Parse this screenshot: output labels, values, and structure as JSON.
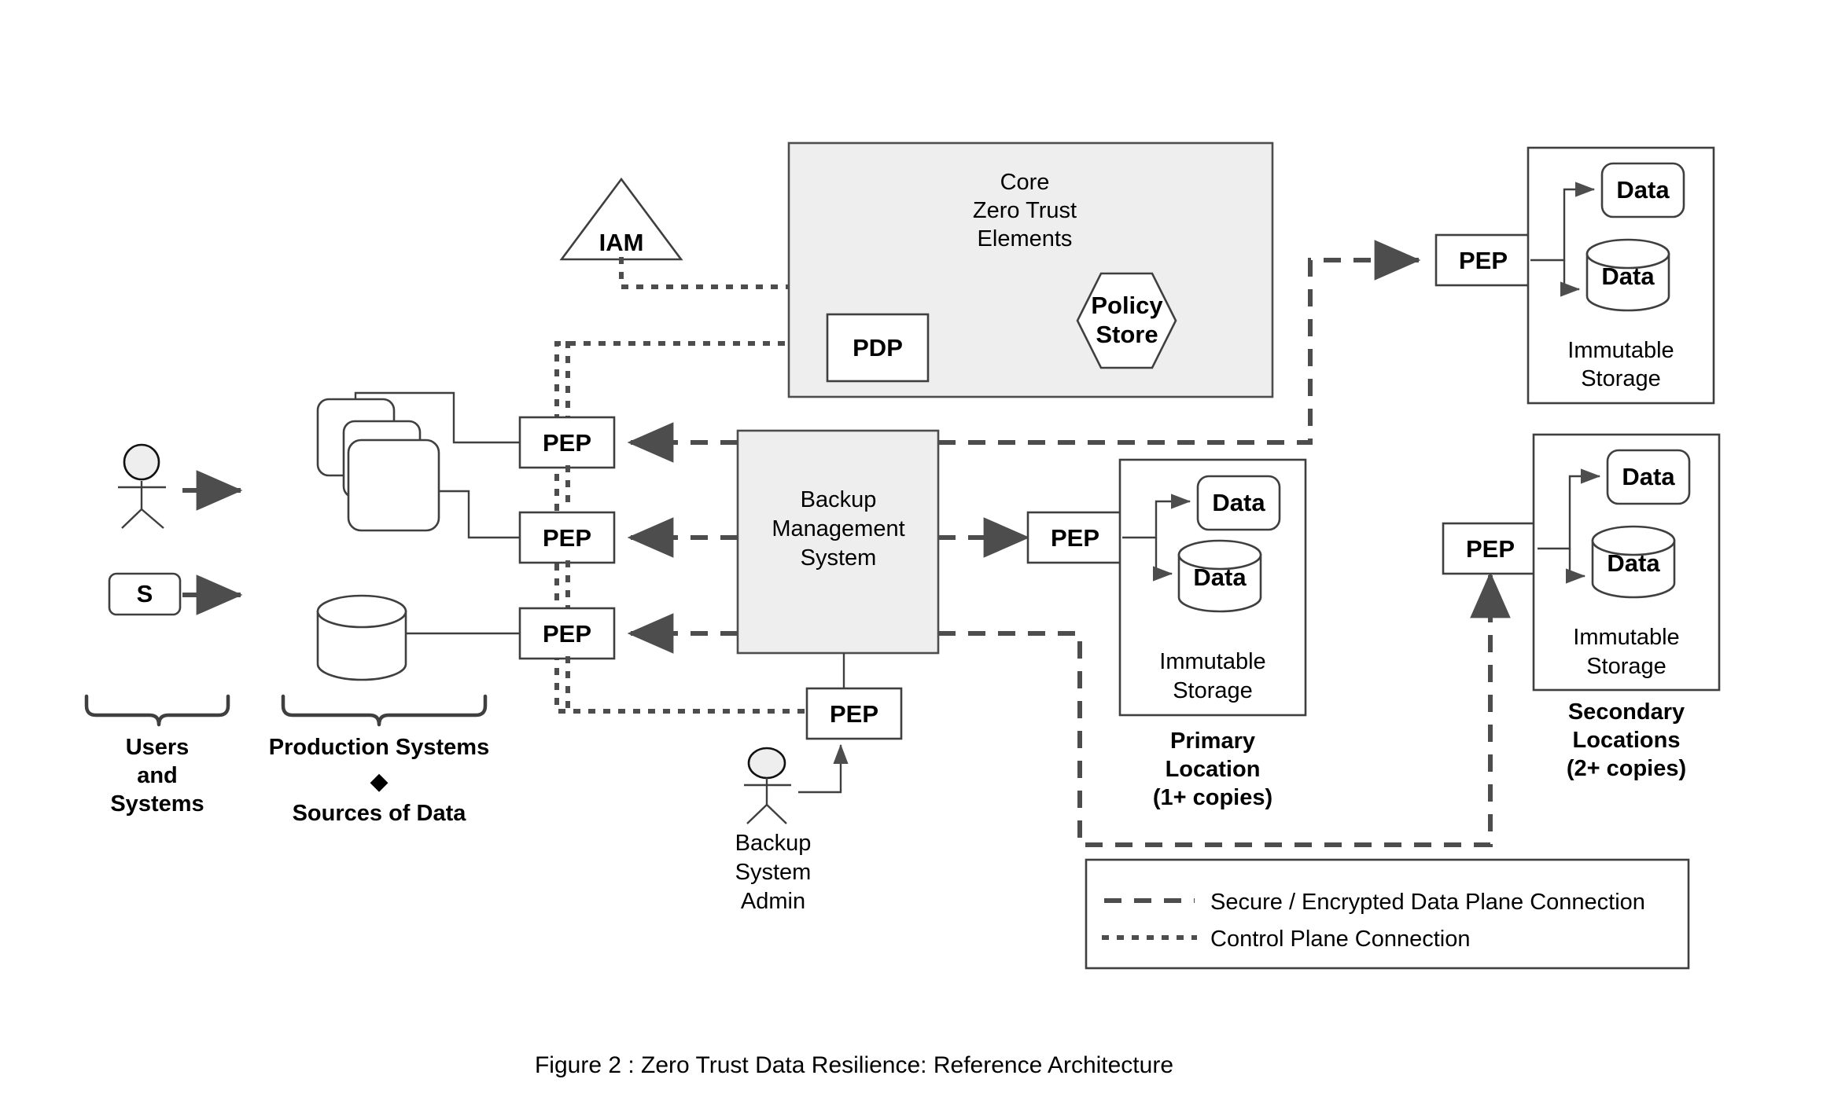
{
  "figure": {
    "caption": "Figure 2 : Zero Trust Data Resilience: Reference Architecture"
  },
  "actors": {
    "user_label": "",
    "system_box_label": "S",
    "users_group_label_line1": "Users",
    "users_group_label_line2": "and",
    "users_group_label_line3": "Systems",
    "admin_label_line1": "Backup",
    "admin_label_line2": "System",
    "admin_label_line3": "Admin"
  },
  "production": {
    "group_label_line1": "Production Systems",
    "group_diamond": "◆",
    "group_label_line2": "Sources of Data"
  },
  "core": {
    "title_line1": "Core",
    "title_line2": "Zero Trust",
    "title_line3": "Elements",
    "pdp_label": "PDP",
    "policy_store_line1": "Policy",
    "policy_store_line2": "Store"
  },
  "iam": {
    "label": "IAM"
  },
  "backup": {
    "title_line1": "Backup",
    "title_line2": "Management",
    "title_line3": "System"
  },
  "peps": {
    "label": "PEP",
    "items": [
      {
        "id": "pep-prod-apps-top"
      },
      {
        "id": "pep-prod-apps-mid"
      },
      {
        "id": "pep-prod-db"
      },
      {
        "id": "pep-admin"
      },
      {
        "id": "pep-primary"
      },
      {
        "id": "pep-immutable-top"
      },
      {
        "id": "pep-secondary"
      }
    ]
  },
  "storage": {
    "data_label": "Data",
    "immutable_line1": "Immutable",
    "immutable_line2": "Storage",
    "primary_line1": "Primary",
    "primary_line2": "Location",
    "primary_line3": "(1+ copies)",
    "secondary_line1": "Secondary",
    "secondary_line2": "Locations",
    "secondary_line3": "(2+ copies)"
  },
  "legend": {
    "items": [
      {
        "style": "dashed",
        "label": "Secure / Encrypted Data Plane Connection"
      },
      {
        "style": "dotted",
        "label": "Control Plane Connection"
      }
    ]
  },
  "colors": {
    "core_fill": "#eeeeee",
    "backup_fill": "#eeeeee",
    "stroke": "#3f3f3f",
    "connector": "#4d4d4d",
    "background": "#ffffff"
  }
}
